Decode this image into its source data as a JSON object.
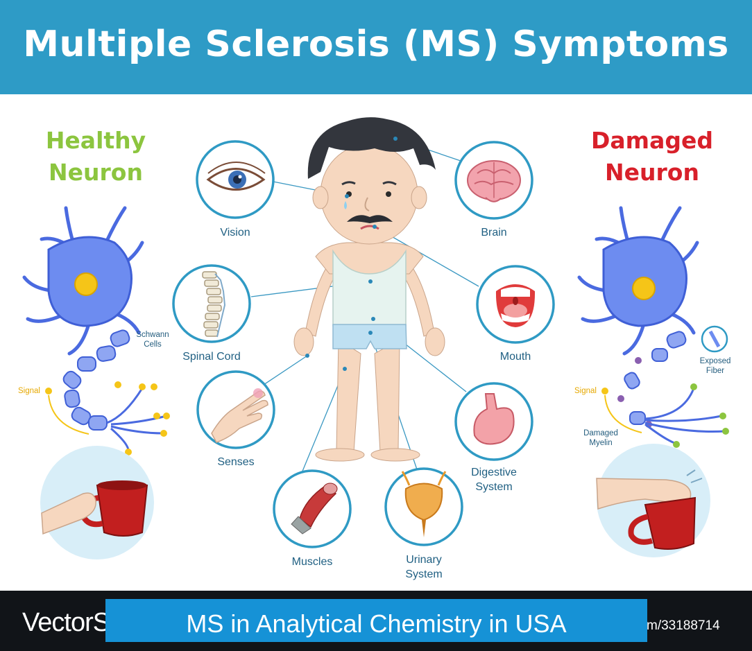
{
  "header": {
    "title": "Multiple Sclerosis (MS) Symptoms"
  },
  "healthy": {
    "line1": "Healthy",
    "line2": "Neuron"
  },
  "damaged": {
    "line1": "Damaged",
    "line2": "Neuron"
  },
  "symptoms": {
    "vision": "Vision",
    "brain": "Brain",
    "spinal_cord": "Spinal Cord",
    "mouth": "Mouth",
    "senses": "Senses",
    "digestive_1": "Digestive",
    "digestive_2": "System",
    "muscles": "Muscles",
    "urinary_1": "Urinary",
    "urinary_2": "System"
  },
  "neuron_labels": {
    "schwann_1": "Schwann",
    "schwann_2": "Cells",
    "signal_left": "Signal",
    "signal_right": "Signal",
    "exposed_1": "Exposed",
    "exposed_2": "Fiber",
    "damaged_myelin_1": "Damaged",
    "damaged_myelin_2": "Myelin"
  },
  "watermark": {
    "brand": "VectorS",
    "url": "m/33188714"
  },
  "caption": "MS in Analytical Chemistry in USA",
  "colors": {
    "banner": "#2e9bc6",
    "healthy": "#8cc53f",
    "damaged": "#d8202a",
    "circle_border": "#2f9ac4",
    "neuron": "#5577ee",
    "caption_bg": "#1692d6",
    "footer": "#111418"
  }
}
